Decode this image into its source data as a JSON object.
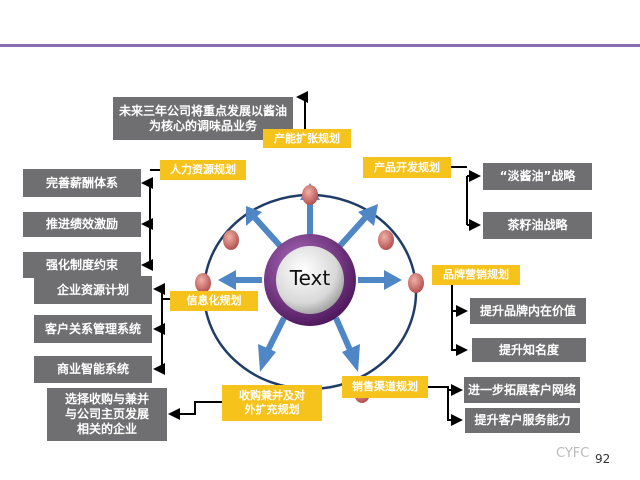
{
  "center": "Text",
  "capacity": {
    "label": "产能扩张规划",
    "items": [
      "未来三年公司将重点发展以酱油为核心的调味品业务"
    ]
  },
  "hr": {
    "label": "人力资源规划",
    "items": [
      "完善薪酬体系",
      "推进绩效激励",
      "强化制度约束"
    ]
  },
  "product": {
    "label": "产品开发规划",
    "items": [
      "“淡酱油”战略",
      "茶籽油战略"
    ]
  },
  "it": {
    "label": "信息化规划",
    "items": [
      "企业资源计划",
      "客户关系管理系统",
      "商业智能系统"
    ]
  },
  "brand": {
    "label": "品牌营销规划",
    "items": [
      "提升品牌内在价值",
      "提升知名度"
    ]
  },
  "ma": {
    "label": "收购兼并及对外扩充规划",
    "items": [
      "选择收购与兼并与公司主页发展相关的企业"
    ]
  },
  "sales": {
    "label": "销售渠道规划",
    "items": [
      "进一步拓展客户网络",
      "提升客户服务能力"
    ]
  },
  "watermark": "CYFC",
  "page_number": "92",
  "colors": {
    "box": "#6f6f71",
    "label": "#f6c21c",
    "arrow": "#4f86c6",
    "ring": "#6a2a7a",
    "line": "#8a6bb0"
  }
}
